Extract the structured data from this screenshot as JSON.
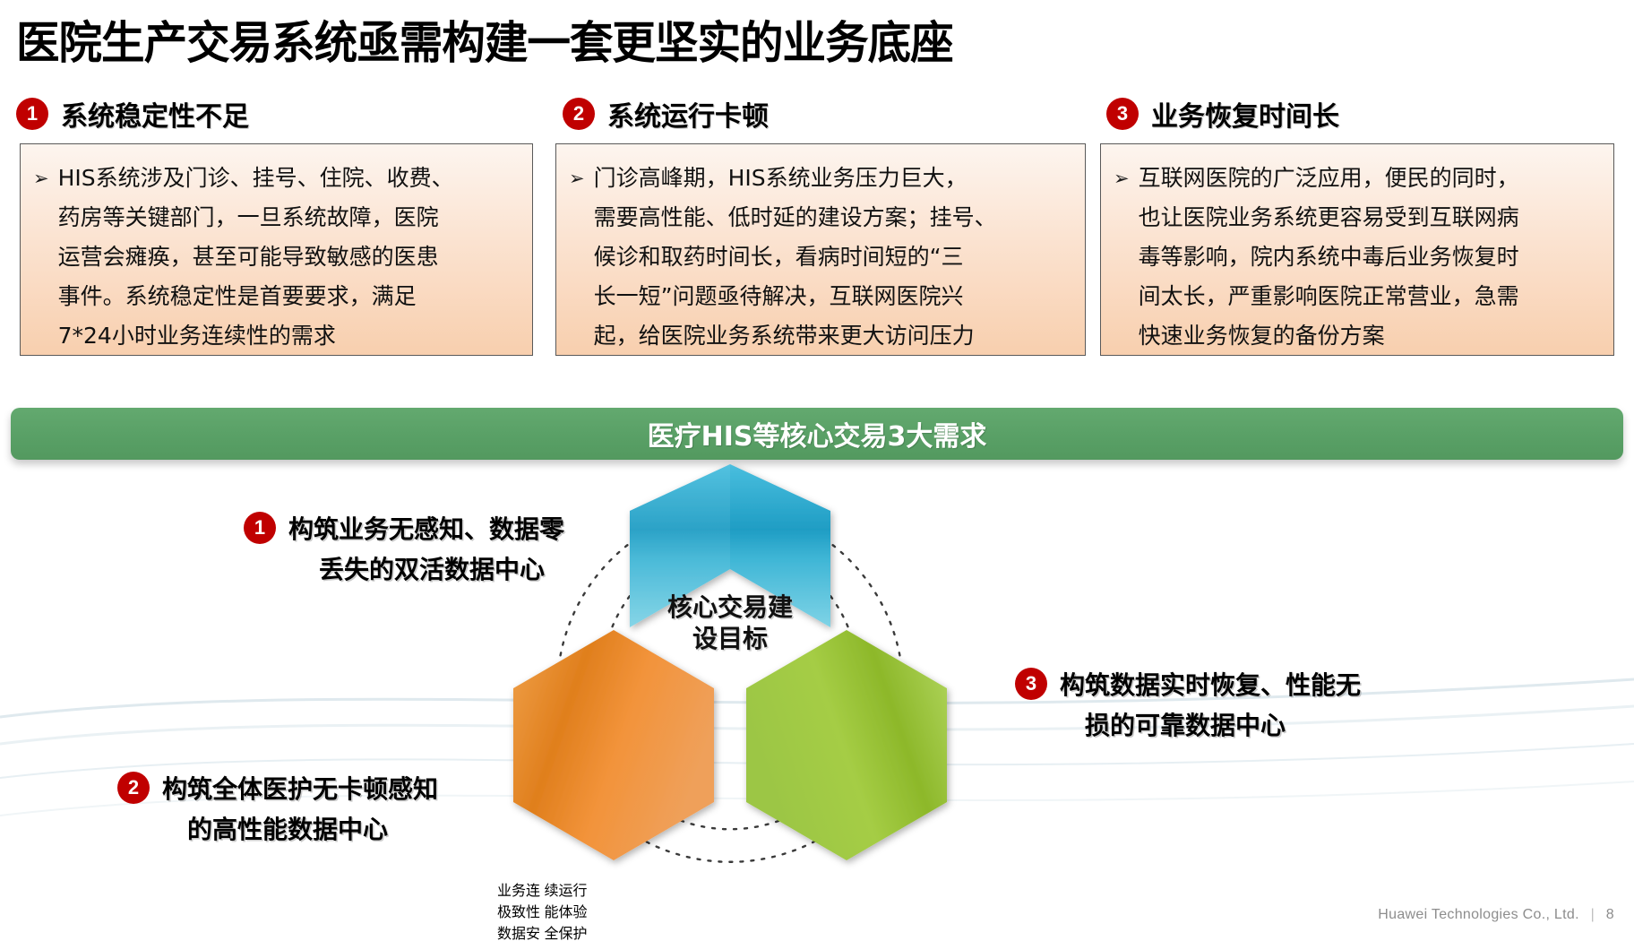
{
  "title": "医院生产交易系统亟需构建一套更坚实的业务底座",
  "columns": [
    {
      "number": "1",
      "heading": "系统稳定性不足",
      "bullet_marker": "➢",
      "lines": [
        "HIS系统涉及门诊、挂号、住院、收费、",
        "药房等关键部门，一旦系统故障，医院",
        "运营会瘫痪，甚至可能导致敏感的医患",
        "事件。系统稳定性是首要要求，满足",
        "7*24小时业务连续性的需求"
      ]
    },
    {
      "number": "2",
      "heading": "系统运行卡顿",
      "bullet_marker": "➢",
      "lines": [
        "门诊高峰期，HIS系统业务压力巨大，",
        "需要高性能、低时延的建设方案；挂号、",
        "候诊和取药时间长，看病时间短的“三",
        "长一短”问题亟待解决，互联网医院兴",
        "起，给医院业务系统带来更大访问压力"
      ]
    },
    {
      "number": "3",
      "heading": "业务恢复时间长",
      "bullet_marker": "➢",
      "lines": [
        "互联网医院的广泛应用，便民的同时，",
        "也让医院业务系统更容易受到互联网病",
        "毒等影响，院内系统中毒后业务恢复时",
        "间太长，严重影响医院正常营业，急需",
        "快速业务恢复的备份方案"
      ]
    }
  ],
  "banner": {
    "text": "医疗HIS等核心交易3大需求",
    "color": "#59a066"
  },
  "callouts": [
    {
      "number": "1",
      "line1": "构筑业务无感知、数据零",
      "line2": "丢失的双活数据中心"
    },
    {
      "number": "2",
      "line1": "构筑全体医护无卡顿感知",
      "line2": "的高性能数据中心"
    },
    {
      "number": "3",
      "line1": "构筑数据实时恢复、性能无",
      "line2": "损的可靠数据中心"
    }
  ],
  "diagram": {
    "center_line1": "核心交易建",
    "center_line2": "设目标",
    "segments": [
      {
        "label": "业务连\n续运行",
        "color": "#2BA8CE",
        "position": "top"
      },
      {
        "label": "极致性\n能体验",
        "color": "#E8892B",
        "position": "bottom-left"
      },
      {
        "label": "数据安\n全保护",
        "color": "#9DC43B",
        "position": "bottom-right"
      }
    ]
  },
  "footer": {
    "company": "Huawei Technologies Co., Ltd.",
    "separator": "|",
    "page": "8"
  },
  "accent": {
    "badge_red": "#C00000",
    "box_orange": "#f8cfae",
    "banner_green": "#59a066"
  }
}
